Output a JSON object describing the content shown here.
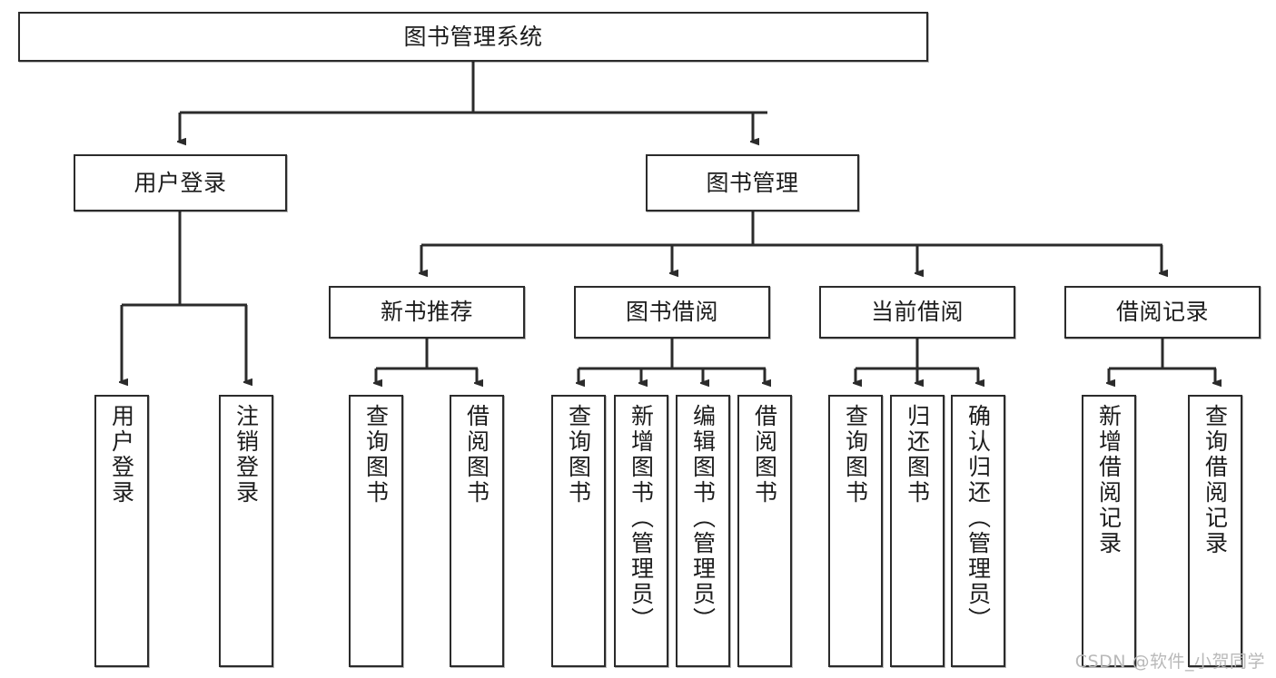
{
  "diagram": {
    "type": "tree-hierarchy",
    "title": "图书管理系统",
    "watermark": "CSDN @软件_小贺同学",
    "colors": {
      "stroke": "#2b2b2b",
      "fill": "#ffffff",
      "text": "#1c1c1c",
      "watermark": "#b9b9b9"
    },
    "nodes": {
      "root": {
        "label": "图书管理系统",
        "orientation": "horizontal"
      },
      "level2": [
        {
          "id": "user-login",
          "label": "用户登录",
          "orientation": "horizontal"
        },
        {
          "id": "book-management",
          "label": "图书管理",
          "orientation": "horizontal"
        }
      ],
      "level3": [
        {
          "id": "new-book-recommend",
          "label": "新书推荐",
          "orientation": "horizontal"
        },
        {
          "id": "book-borrow",
          "label": "图书借阅",
          "orientation": "horizontal"
        },
        {
          "id": "current-borrow",
          "label": "当前借阅",
          "orientation": "horizontal"
        },
        {
          "id": "borrow-record",
          "label": "借阅记录",
          "orientation": "horizontal"
        }
      ],
      "leaves": [
        {
          "id": "leaf-user-login",
          "label": "用户登录",
          "parent": "user-login",
          "orientation": "vertical"
        },
        {
          "id": "leaf-logout",
          "label": "注销登录",
          "parent": "user-login",
          "orientation": "vertical"
        },
        {
          "id": "leaf-query-book-1",
          "label": "查询图书",
          "parent": "new-book-recommend",
          "orientation": "vertical"
        },
        {
          "id": "leaf-borrow-book-1",
          "label": "借阅图书",
          "parent": "new-book-recommend",
          "orientation": "vertical"
        },
        {
          "id": "leaf-query-book-2",
          "label": "查询图书",
          "parent": "book-borrow",
          "orientation": "vertical"
        },
        {
          "id": "leaf-add-book",
          "label": "新增图书（管理员）",
          "parent": "book-borrow",
          "orientation": "vertical"
        },
        {
          "id": "leaf-edit-book",
          "label": "编辑图书（管理员）",
          "parent": "book-borrow",
          "orientation": "vertical"
        },
        {
          "id": "leaf-borrow-book-2",
          "label": "借阅图书",
          "parent": "book-borrow",
          "orientation": "vertical"
        },
        {
          "id": "leaf-query-book-3",
          "label": "查询图书",
          "parent": "current-borrow",
          "orientation": "vertical"
        },
        {
          "id": "leaf-return-book",
          "label": "归还图书",
          "parent": "current-borrow",
          "orientation": "vertical"
        },
        {
          "id": "leaf-confirm-return",
          "label": "确认归还（管理员）",
          "parent": "current-borrow",
          "orientation": "vertical"
        },
        {
          "id": "leaf-add-record",
          "label": "新增借阅记录",
          "parent": "borrow-record",
          "orientation": "vertical"
        },
        {
          "id": "leaf-query-record",
          "label": "查询借阅记录",
          "parent": "borrow-record",
          "orientation": "vertical"
        }
      ]
    }
  }
}
